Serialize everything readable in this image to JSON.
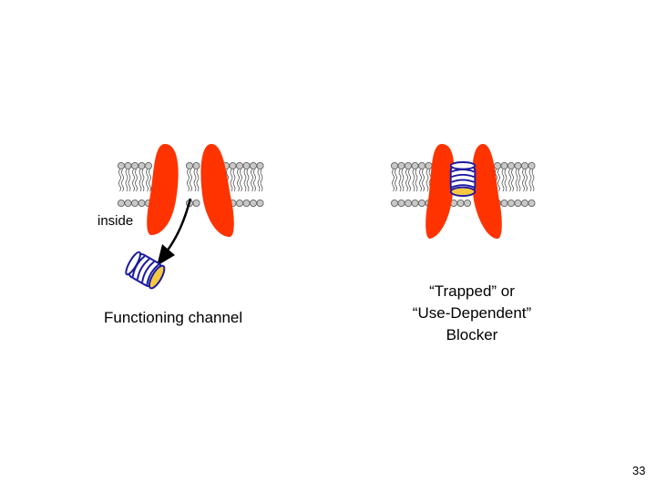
{
  "labels": {
    "inside": "inside",
    "functioning": "Functioning channel",
    "blocker_line1": "“Trapped” or",
    "blocker_line2": "“Use-Dependent”",
    "blocker_line3": "Blocker"
  },
  "slide_number": "33",
  "colors": {
    "channel": "#ff3300",
    "lipid_head": "#c8c8c8",
    "blocker_band": "#1a1aa0",
    "blocker_cap": "#f5c842"
  }
}
